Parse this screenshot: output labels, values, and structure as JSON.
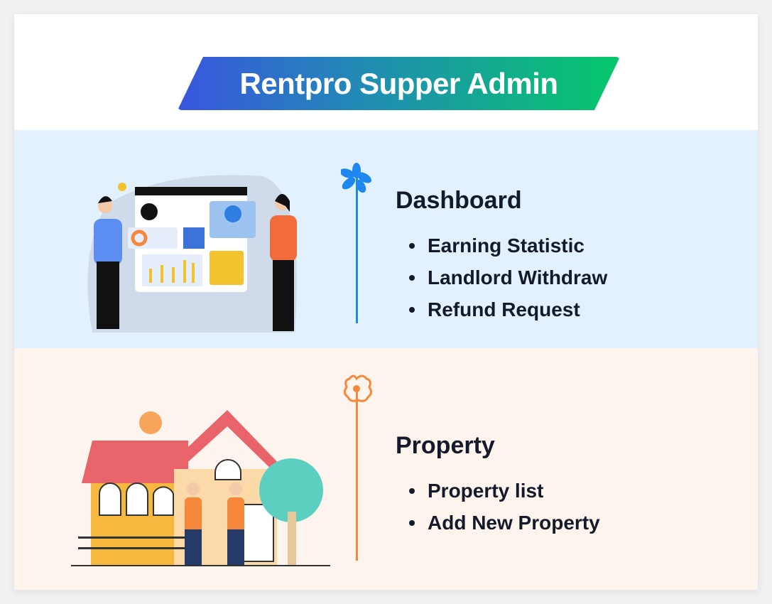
{
  "title": "Rentpro Supper Admin",
  "sections": [
    {
      "heading": "Dashboard",
      "items": [
        "Earning Statistic",
        "Landlord Withdraw",
        "Refund Request"
      ],
      "accent": "#1e88f0"
    },
    {
      "heading": "Property",
      "items": [
        "Property list",
        "Add New Property"
      ],
      "accent": "#f5883a"
    }
  ]
}
